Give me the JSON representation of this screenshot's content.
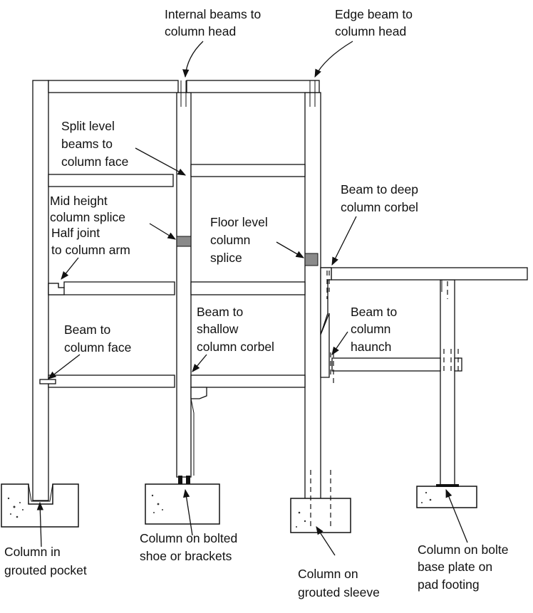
{
  "labels": {
    "internal_beams": [
      "Internal beams to",
      "column head"
    ],
    "edge_beam": [
      "Edge beam to",
      "column head"
    ],
    "split_level": [
      "Split level",
      "beams to",
      "column face"
    ],
    "mid_height": [
      "Mid height",
      "column splice"
    ],
    "half_joint": [
      "Half joint",
      "to column arm"
    ],
    "floor_level": [
      "Floor level",
      "column",
      "splice"
    ],
    "beam_deep_corbel": [
      "Beam to deep",
      "column corbel"
    ],
    "beam_column_face": [
      "Beam to",
      "column face"
    ],
    "beam_shallow_corbel": [
      "Beam to",
      "shallow",
      "column corbel"
    ],
    "beam_haunch": [
      "Beam  to",
      "column",
      "haunch"
    ],
    "grouted_pocket": [
      "Column in",
      "grouted pocket"
    ],
    "bolted_shoe": [
      "Column on bolted",
      "shoe or brackets"
    ],
    "grouted_sleeve": [
      "Column on",
      "grouted sleeve"
    ],
    "bolted_base_plate": [
      "Column on bolte",
      "base plate on",
      "pad footing"
    ]
  }
}
